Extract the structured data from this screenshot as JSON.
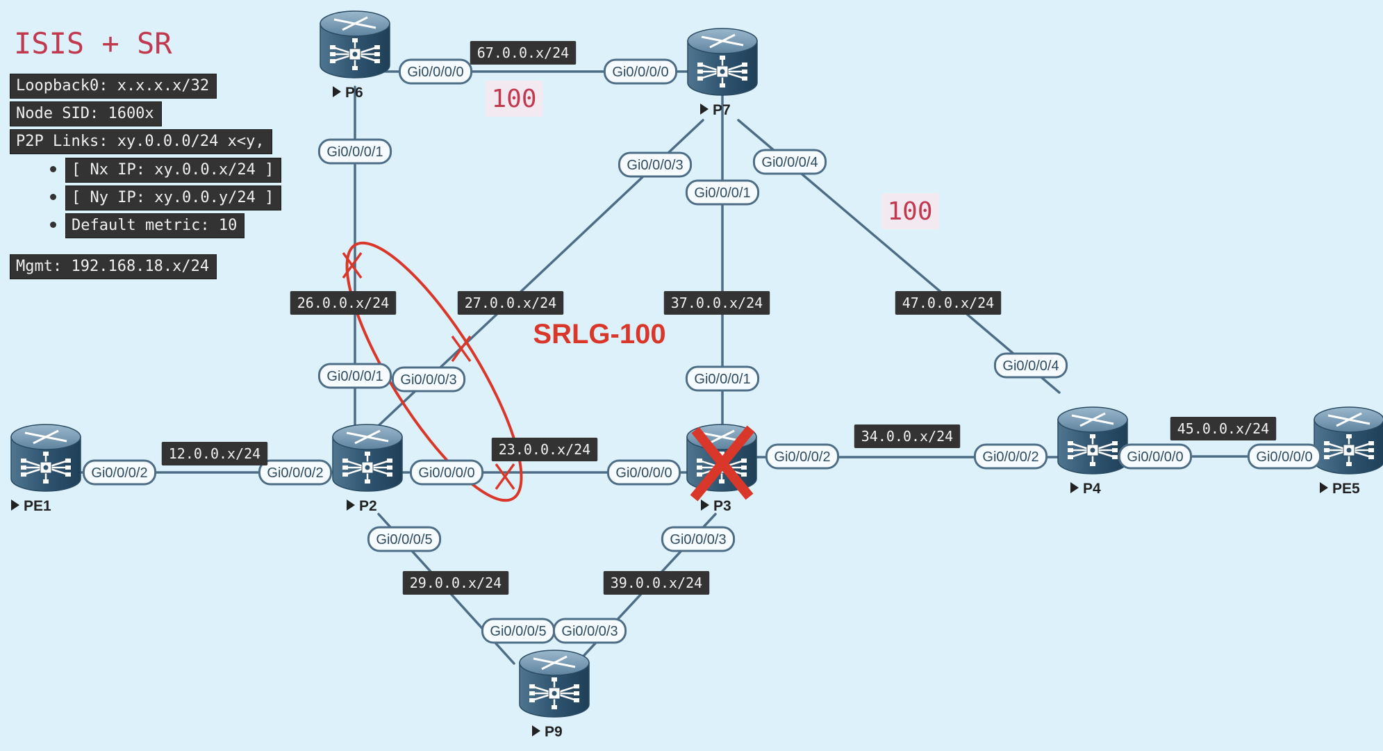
{
  "legend": {
    "title": "ISIS + SR",
    "lines": [
      "Loopback0: x.x.x.x/32",
      "Node SID: 1600x",
      "P2P Links: xy.0.0.0/24 x<y,"
    ],
    "bullets": [
      "[ Nx IP: xy.0.0.x/24 ]",
      "[ Ny IP: xy.0.0.y/24 ]",
      "Default metric: 10"
    ],
    "mgmt": "Mgmt: 192.168.18.x/24"
  },
  "metric_labels": [
    "100",
    "100"
  ],
  "srlg_label": "SRLG-100",
  "routers": [
    {
      "id": "PE1",
      "label": "PE1"
    },
    {
      "id": "P2",
      "label": "P2"
    },
    {
      "id": "P3",
      "label": "P3",
      "failed": true
    },
    {
      "id": "P4",
      "label": "P4"
    },
    {
      "id": "PE5",
      "label": "PE5"
    },
    {
      "id": "P6",
      "label": "P6"
    },
    {
      "id": "P7",
      "label": "P7"
    },
    {
      "id": "P9",
      "label": "P9"
    }
  ],
  "links": [
    {
      "subnet": "12.0.0.x/24",
      "a": "PE1",
      "a_if": "Gi0/0/0/2",
      "b": "P2",
      "b_if": "Gi0/0/0/2"
    },
    {
      "subnet": "23.0.0.x/24",
      "a": "P2",
      "a_if": "Gi0/0/0/0",
      "b": "P3",
      "b_if": "Gi0/0/0/0",
      "srlg": true,
      "failed": true
    },
    {
      "subnet": "26.0.0.x/24",
      "a": "P6",
      "a_if": "Gi0/0/0/1",
      "b": "P2",
      "b_if": "Gi0/0/0/1",
      "srlg": true,
      "failed": true
    },
    {
      "subnet": "27.0.0.x/24",
      "a": "P7",
      "a_if": "Gi0/0/0/3",
      "b": "P2",
      "b_if": "Gi0/0/0/3",
      "srlg": true,
      "failed": true
    },
    {
      "subnet": "29.0.0.x/24",
      "a": "P2",
      "a_if": "Gi0/0/0/5",
      "b": "P9",
      "b_if": "Gi0/0/0/5"
    },
    {
      "subnet": "34.0.0.x/24",
      "a": "P3",
      "a_if": "Gi0/0/0/2",
      "b": "P4",
      "b_if": "Gi0/0/0/2"
    },
    {
      "subnet": "37.0.0.x/24",
      "a": "P7",
      "a_if": "Gi0/0/0/1",
      "b": "P3",
      "b_if": "Gi0/0/0/1"
    },
    {
      "subnet": "39.0.0.x/24",
      "a": "P3",
      "a_if": "Gi0/0/0/3",
      "b": "P9",
      "b_if": "Gi0/0/0/3"
    },
    {
      "subnet": "45.0.0.x/24",
      "a": "P4",
      "a_if": "Gi0/0/0/0",
      "b": "PE5",
      "b_if": "Gi0/0/0/0"
    },
    {
      "subnet": "47.0.0.x/24",
      "a": "P7",
      "a_if": "Gi0/0/0/4",
      "b": "P4",
      "b_if": "Gi0/0/0/4",
      "metric": "100"
    },
    {
      "subnet": "67.0.0.x/24",
      "a": "P6",
      "a_if": "Gi0/0/0/0",
      "b": "P7",
      "b_if": "Gi0/0/0/0",
      "metric": "100"
    }
  ],
  "colors": {
    "background": "#ddf1fb",
    "link": "#4d6d86",
    "interface_border": "#4d6d86",
    "subnet_box": "#333333",
    "accent": "#c0394f",
    "failure": "#d9372a"
  },
  "icons": [
    "router-icon",
    "failure-x-icon",
    "play-triangle-icon"
  ]
}
